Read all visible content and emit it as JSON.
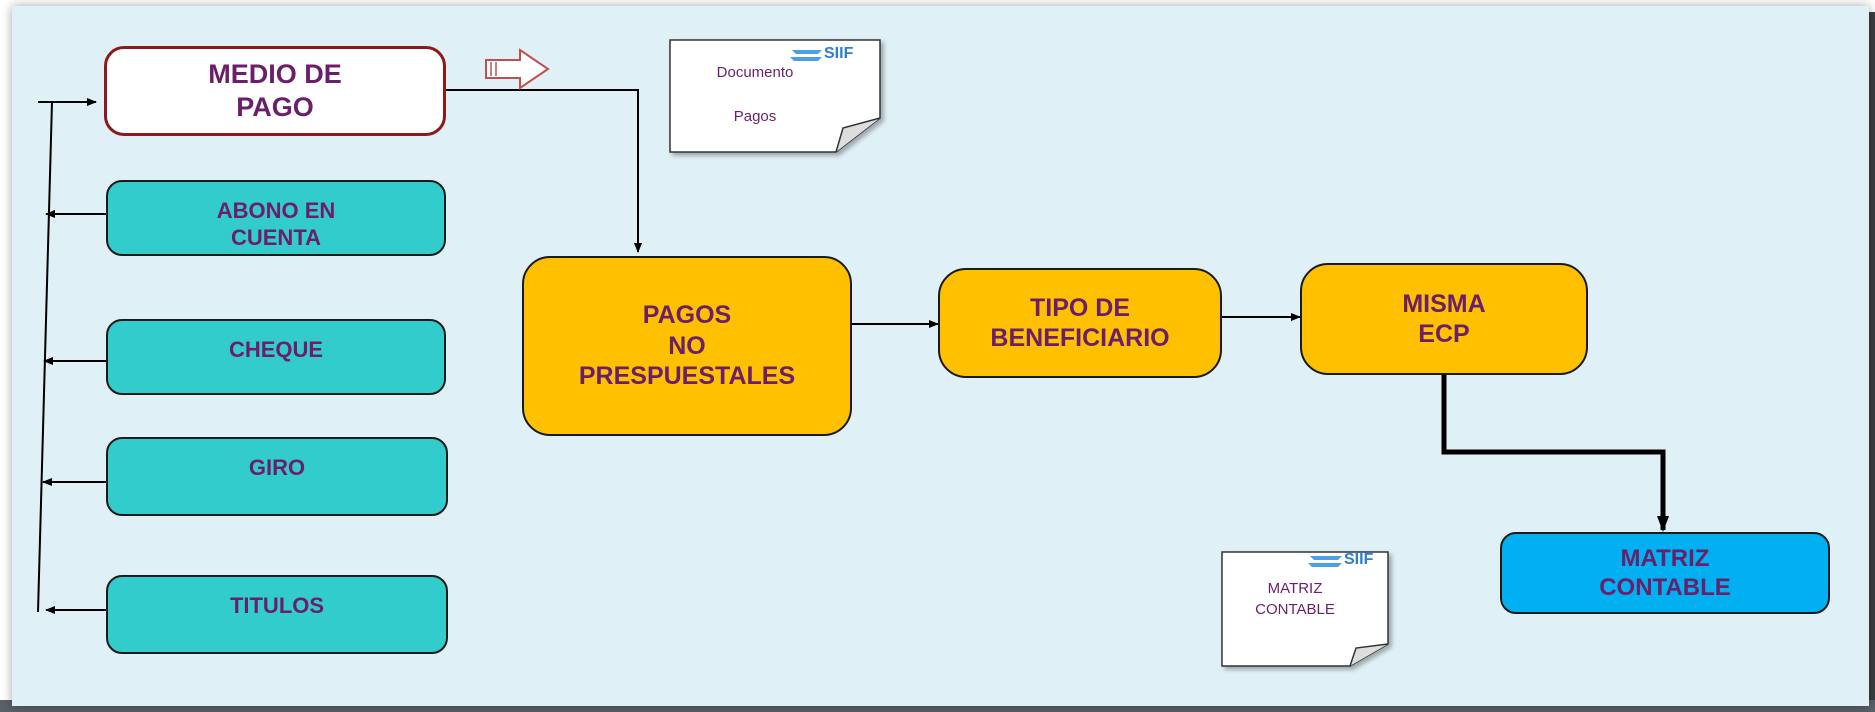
{
  "diagram": {
    "medio_de_pago": "MEDIO DE\nPAGO",
    "options": [
      "ABONO EN\nCUENTA",
      "CHEQUE",
      "GIRO",
      "TITULOS"
    ],
    "pagos_no_presupuestales": "PAGOS\nNO\nPRESPUESTALES",
    "tipo_de_beneficiario": "TIPO DE\nBENEFICIARIO",
    "misma_ecp": "MISMA\nECP",
    "matriz_contable": "MATRIZ\nCONTABLE"
  },
  "documents": {
    "doc1": {
      "logo": "SIIF",
      "line1": "Documento",
      "line2": "Pagos"
    },
    "doc2": {
      "logo": "SIIF",
      "line1": "MATRIZ",
      "line2": "CONTABLE"
    }
  },
  "colors": {
    "teal": "#33cccc",
    "orange": "#ffc000",
    "blue": "#00b0f0",
    "text": "#6b1f6b",
    "medio_border": "#8b1a1a",
    "background": "#dff0f6"
  }
}
